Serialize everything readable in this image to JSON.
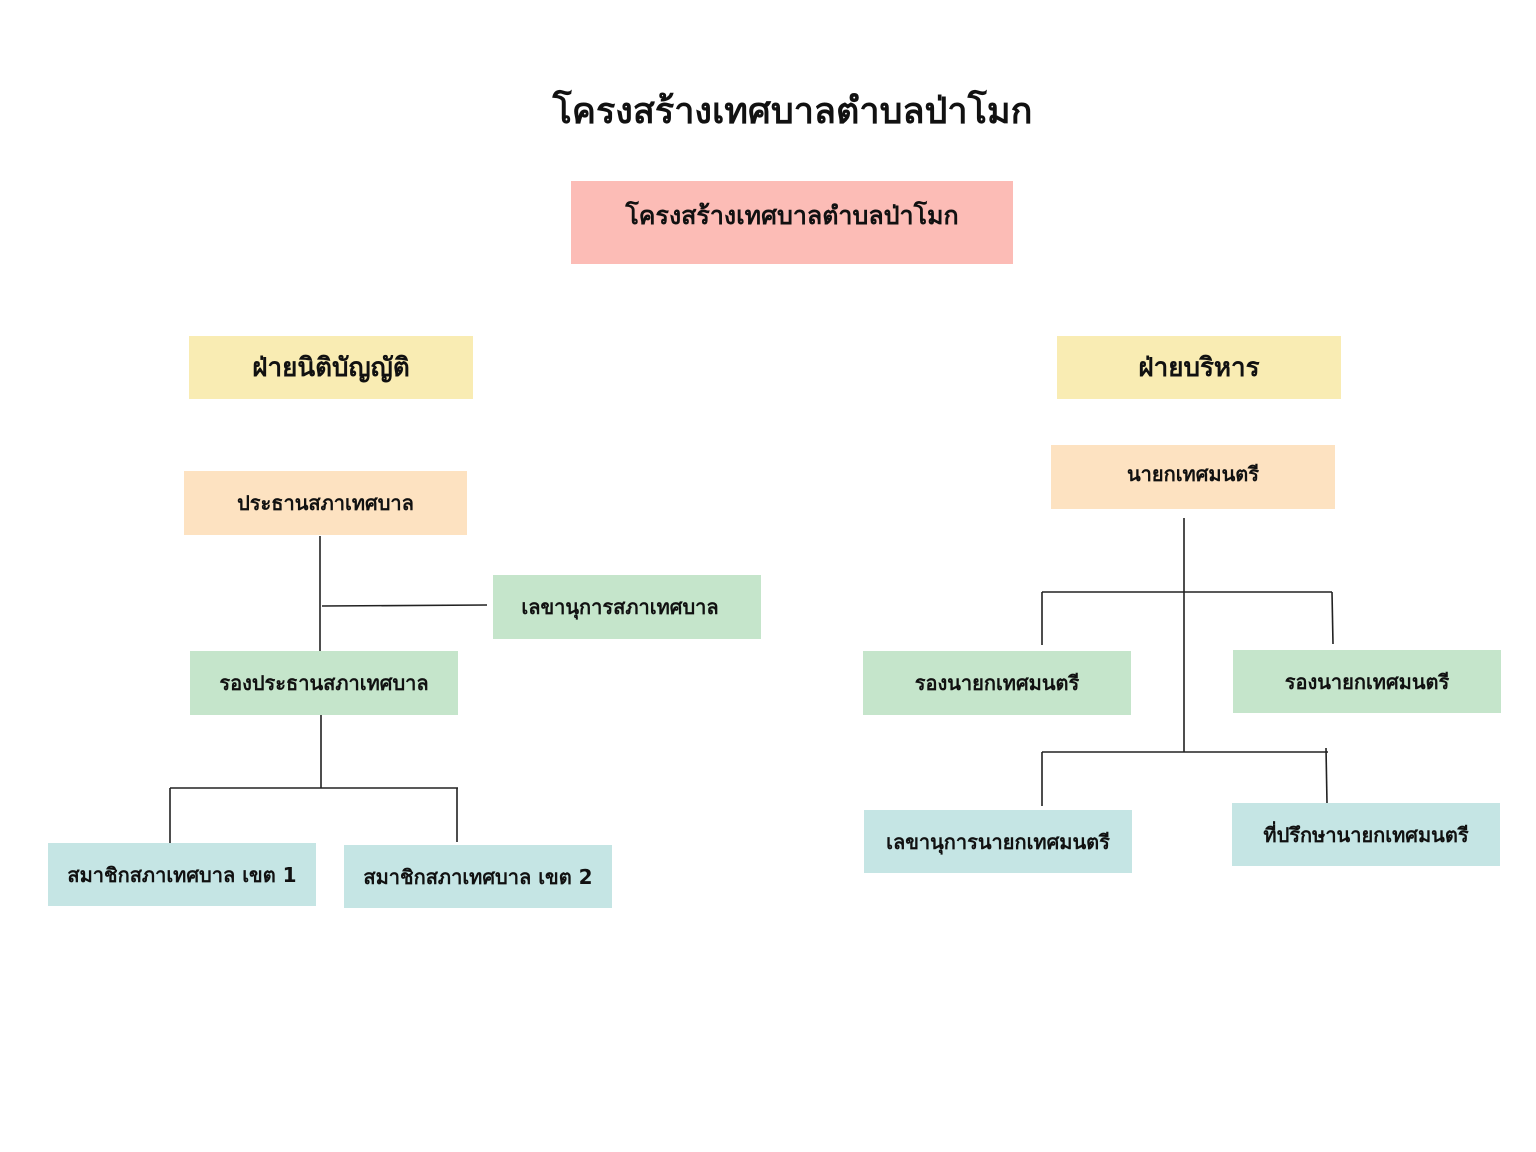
{
  "title": "โครงสร้างเทศบาลตำบลป่าโมก",
  "root": {
    "label": "โครงสร้างเทศบาลตำบลป่าโมก"
  },
  "legislative": {
    "heading": "ฝ่ายนิติบัญญัติ",
    "council_president": "ประธานสภาเทศบาล",
    "council_secretary": "เลขานุการสภาเทศบาล",
    "council_vice_president": "รองประธานสภาเทศบาล",
    "members": [
      "สมาชิกสภาเทศบาล เขต 1",
      "สมาชิกสภาเทศบาล เขต 2"
    ]
  },
  "executive": {
    "heading": "ฝ่ายบริหาร",
    "mayor": "นายกเทศมนตรี",
    "deputy_mayors": [
      "รองนายกเทศมนตรี",
      "รองนายกเทศมนตรี"
    ],
    "mayor_secretary": "เลขานุการนายกเทศมนตรี",
    "mayor_advisor": "ที่ปรึกษานายกเทศมนตรี"
  },
  "colors": {
    "root": "#fcbcb6",
    "branch_heading": "#f9ecb3",
    "head_position": "#fde2c1",
    "second_level": "#c5e5cb",
    "third_level": "#c5e5e4"
  }
}
